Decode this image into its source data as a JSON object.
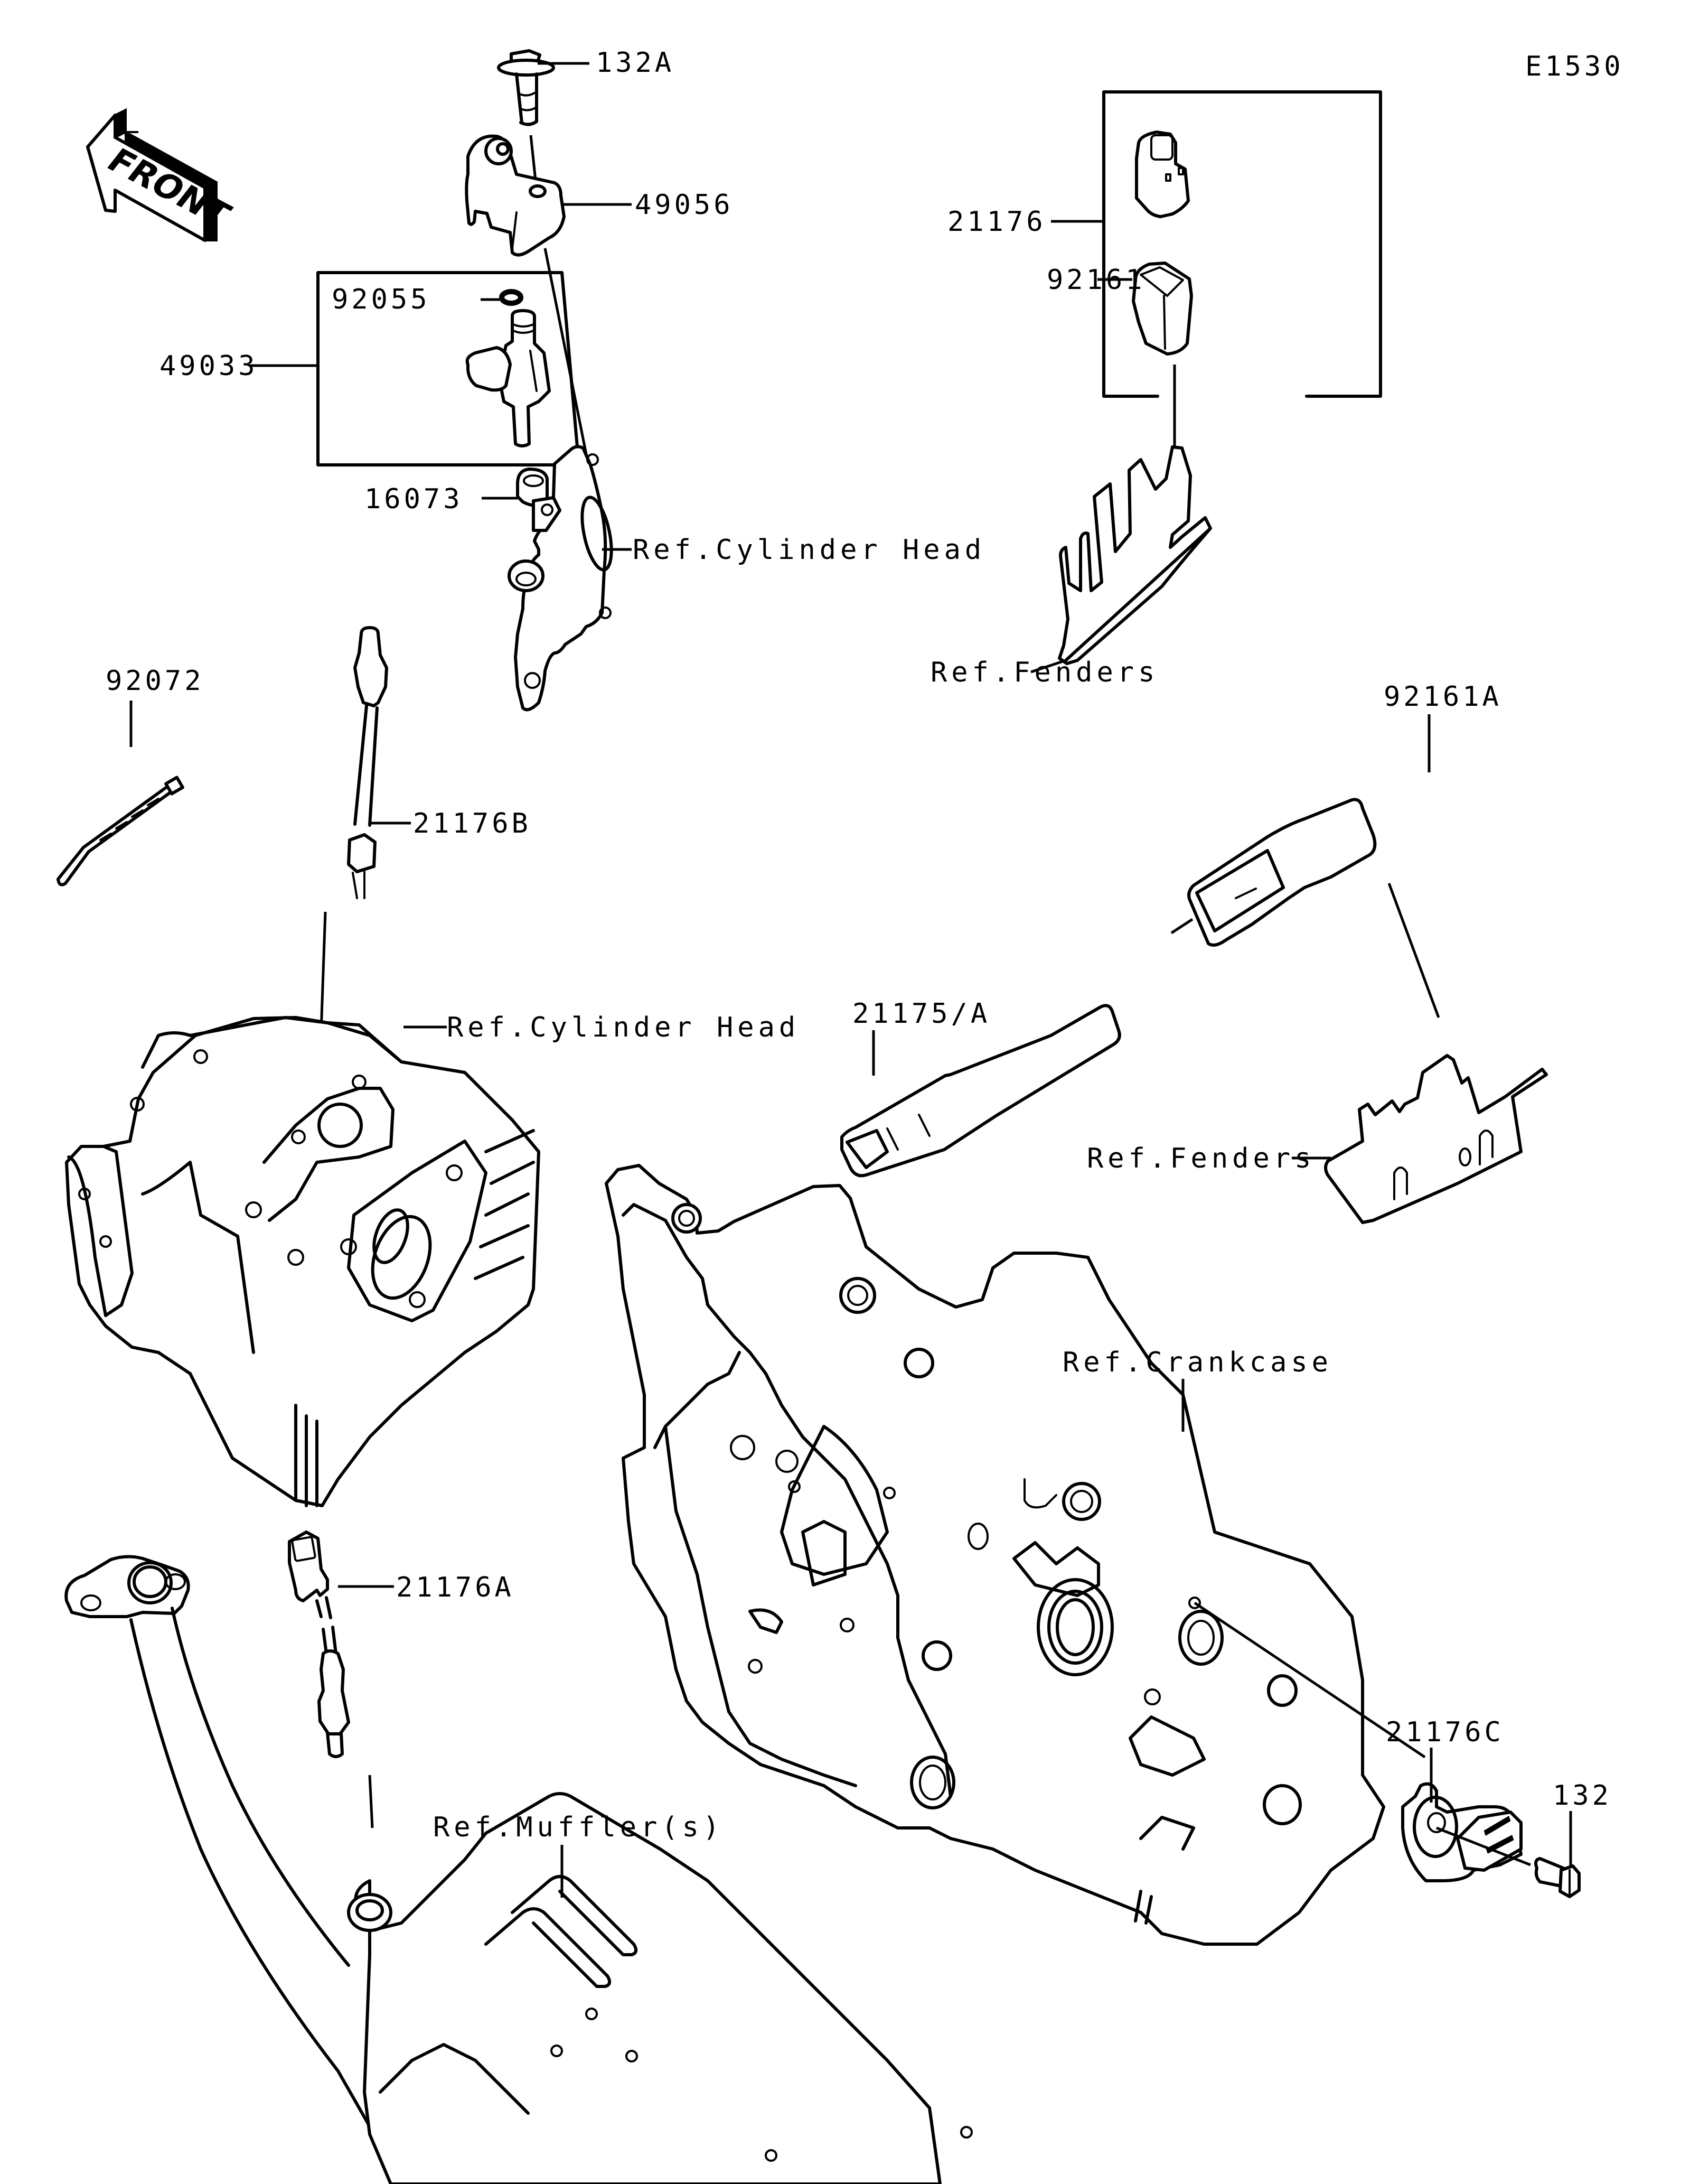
{
  "diagram": {
    "code": "E1530",
    "direction_indicator": "FRONT",
    "line_color": "#000000",
    "background_color": "#ffffff"
  },
  "parts": [
    {
      "id": "132A",
      "label": "132A",
      "description": "bolt"
    },
    {
      "id": "49056",
      "label": "49056",
      "description": "injector holder"
    },
    {
      "id": "92055",
      "label": "92055",
      "description": "o-ring"
    },
    {
      "id": "49033",
      "label": "49033",
      "description": "fuel injector assembly"
    },
    {
      "id": "16073",
      "label": "16073",
      "description": "collar / seal"
    },
    {
      "id": "21176",
      "label": "21176",
      "description": "sensor assembly (boxed)"
    },
    {
      "id": "92161",
      "label": "92161",
      "description": "connector boot"
    },
    {
      "id": "92072",
      "label": "92072",
      "description": "cable tie"
    },
    {
      "id": "21176B",
      "label": "21176B",
      "description": "temperature sensor"
    },
    {
      "id": "92161A",
      "label": "92161A",
      "description": "connector boot"
    },
    {
      "id": "21175/A",
      "label": "21175/A",
      "description": "connector"
    },
    {
      "id": "21176C",
      "label": "21176C",
      "description": "oxygen sensor"
    },
    {
      "id": "21176A",
      "label": "21176A",
      "description": "crank position sensor"
    },
    {
      "id": "132",
      "label": "132",
      "description": "bolt"
    }
  ],
  "references": {
    "cylinder_head_top": "Ref.Cylinder Head",
    "fenders_top": "Ref.Fenders",
    "cylinder_head_main": "Ref.Cylinder Head",
    "fenders_mid": "Ref.Fenders",
    "crankcase": "Ref.Crankcase",
    "muffler": "Ref.Muffler(s)"
  }
}
